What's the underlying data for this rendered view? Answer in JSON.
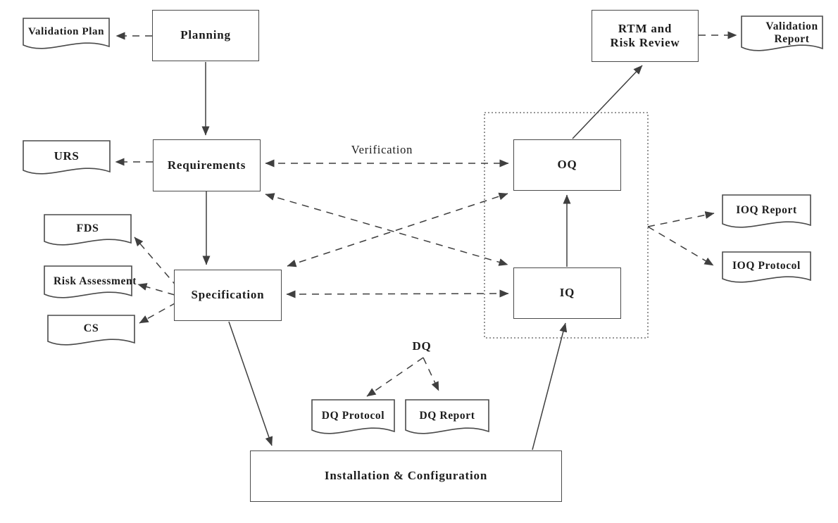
{
  "nodes": {
    "planning": "Planning",
    "requirements": "Requirements",
    "specification": "Specification",
    "oq": "OQ",
    "iq": "IQ",
    "rtm_risk_review": "RTM and Risk Review",
    "installation_configuration": "Installation & Configuration"
  },
  "documents": {
    "validation_plan": "Validation Plan",
    "urs": "URS",
    "fds": "FDS",
    "risk_assessment": "Risk Assessment",
    "cs": "CS",
    "validation_report": "Validation Report",
    "ioq_report": "IOQ Report",
    "ioq_protocol": "IOQ Protocol",
    "dq_protocol": "DQ Protocol",
    "dq_report": "DQ Report"
  },
  "labels": {
    "verification": "Verification",
    "dq": "DQ"
  },
  "colors": {
    "line": "#3f3f3f",
    "box_border": "#4a4a4a",
    "text": "#1c1c1c",
    "background": "#ffffff"
  }
}
